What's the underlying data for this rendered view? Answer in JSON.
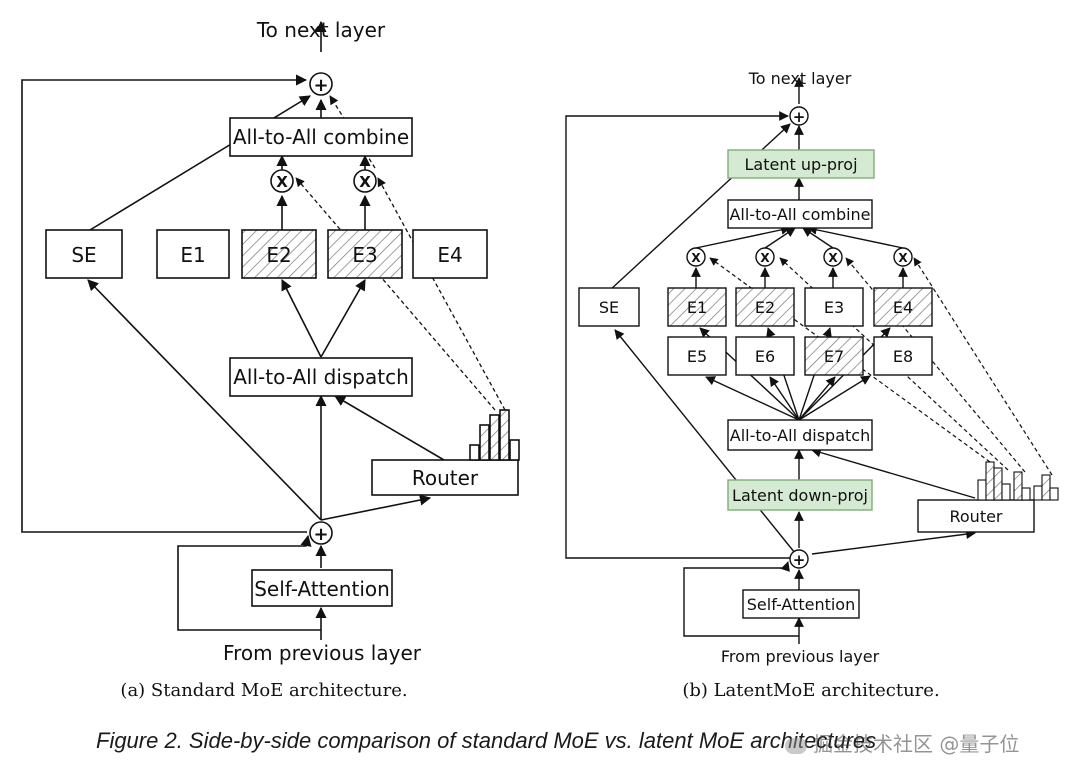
{
  "standard": {
    "top_label": "To next layer",
    "combine": "All-to-All combine",
    "se": "SE",
    "experts": [
      "E1",
      "E2",
      "E3",
      "E4"
    ],
    "dispatch": "All-to-All dispatch",
    "router": "Router",
    "attention": "Self-Attention",
    "bottom_label": "From previous layer",
    "subcaption": "(a) Standard MoE architecture.",
    "plus_symbol": "+",
    "mult_symbol": "X"
  },
  "latent": {
    "top_label": "To next layer",
    "up_proj": "Latent up-proj",
    "combine": "All-to-All combine",
    "se": "SE",
    "experts_top": [
      "E1",
      "E2",
      "E3",
      "E4"
    ],
    "experts_bottom": [
      "E5",
      "E6",
      "E7",
      "E8"
    ],
    "dispatch": "All-to-All dispatch",
    "down_proj": "Latent down-proj",
    "router": "Router",
    "attention": "Self-Attention",
    "bottom_label": "From previous layer",
    "subcaption": "(b) LatentMoE architecture.",
    "plus_symbol": "+",
    "mult_symbol": "X"
  },
  "caption": "Figure 2. Side-by-side comparison of standard MoE vs. latent MoE architectures",
  "watermark": "掘金技术社区 @量子位",
  "colors": {
    "latent_fill": "#d5ead2",
    "latent_stroke": "#7fae79",
    "line": "#111111"
  }
}
